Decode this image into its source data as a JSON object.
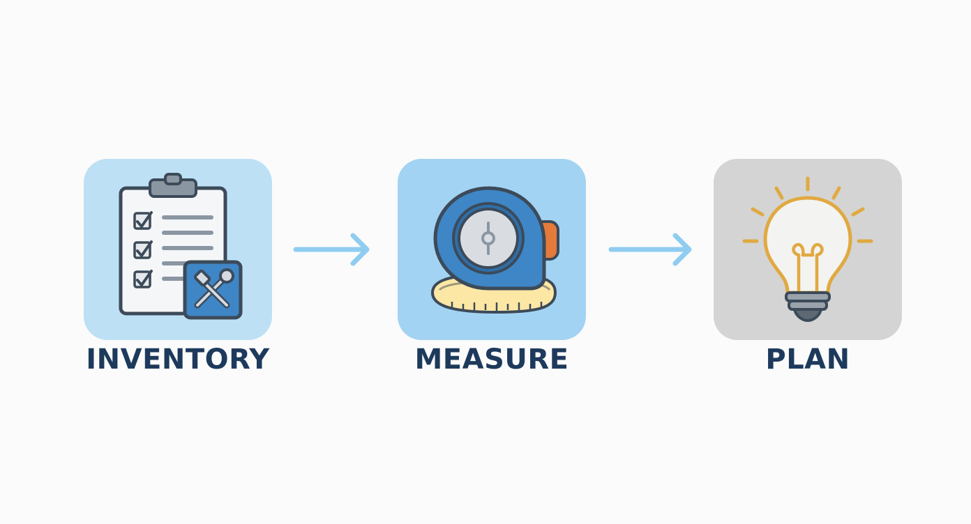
{
  "colors": {
    "background": "#fbfbfb",
    "tile_light_blue": "#bde0f5",
    "tile_medium_blue": "#a3d3f2",
    "tile_gray": "#d4d4d4",
    "label_navy": "#1d3a5c",
    "arrow_blue": "#8fcdf0",
    "outline_dark": "#3c4a59",
    "accent_blue": "#3e86c6",
    "bulb_gold": "#e0a941",
    "tape_yellow": "#fde7a4",
    "tape_orange": "#e57a3a"
  },
  "steps": [
    {
      "label": "INVENTORY",
      "icon": "clipboard-checklist-with-tools-icon"
    },
    {
      "label": "MEASURE",
      "icon": "tape-measure-icon"
    },
    {
      "label": "PLAN",
      "icon": "light-bulb-icon"
    }
  ],
  "arrows": [
    {
      "icon": "arrow-right-icon"
    },
    {
      "icon": "arrow-right-icon"
    }
  ]
}
